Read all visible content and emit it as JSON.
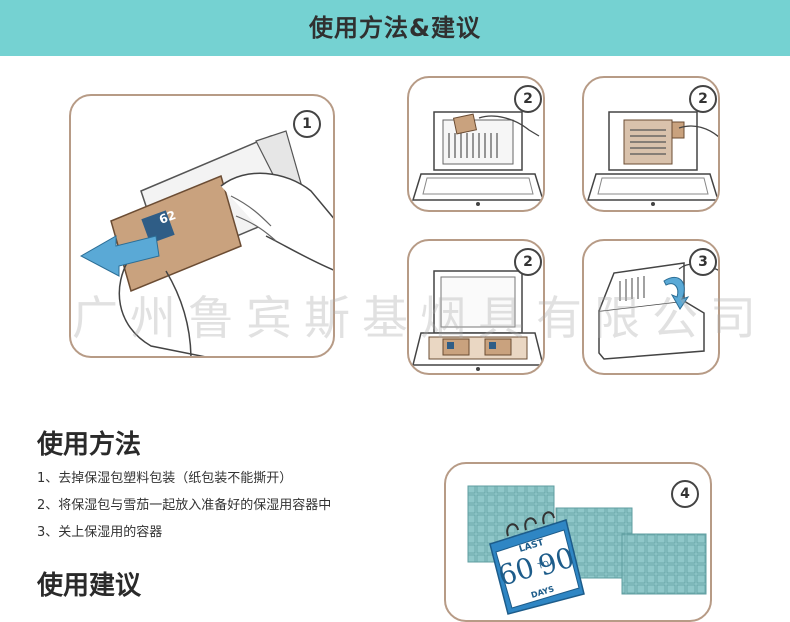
{
  "header": {
    "title": "使用方法&建议"
  },
  "steps": {
    "s1": "1",
    "s2a": "2",
    "s2b": "2",
    "s2c": "2",
    "s3": "3",
    "s4": "4"
  },
  "pack_logo": "62",
  "calendar": {
    "top_line": "LAST",
    "num_a": "60",
    "mid": "TO",
    "num_b": "90",
    "bottom_line": "DAYS"
  },
  "watermark": "广州鲁宾斯基烟具有限公司",
  "usage": {
    "title": "使用方法",
    "items": [
      "1、去掉保湿包塑料包装（纸包装不能撕开）",
      "2、将保湿包与雪茄一起放入准备好的保湿用容器中",
      "3、关上保湿用的容器"
    ]
  },
  "advice": {
    "title": "使用建议"
  },
  "colors": {
    "header_bg": "#75d2d2",
    "card_border": "#b79b86",
    "accent_blue": "#5aa9d6",
    "pack_brown": "#c9a27e"
  }
}
